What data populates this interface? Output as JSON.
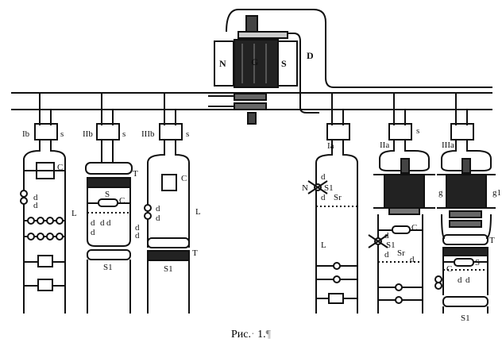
{
  "figure": {
    "caption": {
      "prefix": "Рис.",
      "sep": "·",
      "number": "1.",
      "mark": "¶"
    },
    "generator": {
      "armature": "G",
      "pole_north": "N",
      "pole_south": "S",
      "lead": "D"
    },
    "circuits": [
      {
        "id": "Ib",
        "terminal": "Ib",
        "switch": "s",
        "labels": [
          "C",
          "d",
          "d",
          "L"
        ]
      },
      {
        "id": "IIb",
        "terminal": "IIb",
        "switch": "s",
        "labels": [
          "T",
          "S",
          "C",
          "d",
          "d",
          "d",
          "d",
          "d",
          "d",
          "S1"
        ]
      },
      {
        "id": "IIIb",
        "terminal": "IIIb",
        "switch": "s",
        "labels": [
          "C",
          "d",
          "d",
          "L",
          "T",
          "S1"
        ]
      },
      {
        "id": "Ia",
        "terminal": "Ia",
        "switch": "",
        "labels": [
          "N",
          "d",
          "S1",
          "d",
          "Sr",
          "L"
        ]
      },
      {
        "id": "IIa",
        "terminal": "IIa",
        "switch": "s",
        "labels": [
          "g",
          "C",
          "d",
          "S1",
          "d",
          "Sr",
          "d"
        ]
      },
      {
        "id": "IIIa",
        "terminal": "IIIa",
        "switch": "",
        "labels": [
          "g1",
          "T",
          "S",
          "C",
          "d",
          "d",
          "S1"
        ]
      }
    ]
  }
}
